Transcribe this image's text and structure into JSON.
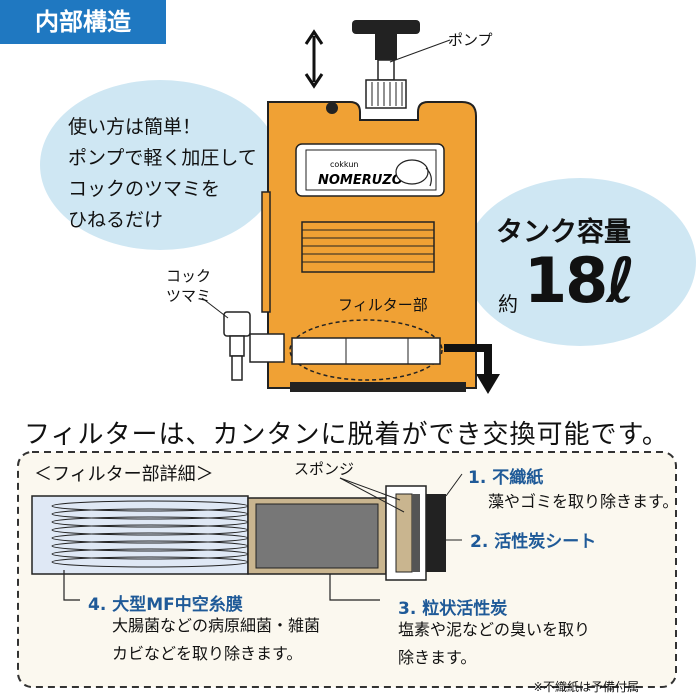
{
  "section_label": "内部構造",
  "usage_bubble": {
    "lines": [
      "使い方は簡単！",
      "ポンプで軽く加圧して",
      "コックのツマミを",
      "ひねるだけ"
    ]
  },
  "capacity": {
    "label": "タンク容量",
    "prefix": "約",
    "value": "18ℓ"
  },
  "tank": {
    "brand_small": "cokkun",
    "brand": "NOMERUZO",
    "filter_part_label": "フィルター部"
  },
  "callouts": {
    "pump": "ポンプ",
    "cock_lines": [
      "コック",
      "ツマミ"
    ]
  },
  "headline": "フィルターは、カンタンに脱着ができ交換可能です。",
  "detail": {
    "title": "＜フィルター部詳細＞",
    "sponge_label": "スポンジ",
    "parts": [
      {
        "title": "1. 不織紙",
        "desc": [
          "藻やゴミを取り除きます。"
        ]
      },
      {
        "title": "2. 活性炭シート",
        "desc": []
      },
      {
        "title": "3. 粒状活性炭",
        "desc": [
          "塩素や泥などの臭いを取り",
          "除きます。"
        ]
      },
      {
        "title": "4. 大型MF中空糸膜",
        "desc": [
          "大腸菌などの病原細菌・雑菌",
          "カビなどを取り除きます。"
        ]
      }
    ],
    "footnote": "※不織紙は予備付属"
  },
  "colors": {
    "label_blue": "#1f78c1",
    "bubble": "#cfe7f3",
    "tank_orange": "#f0a134",
    "part_blue": "#1f5a98",
    "panel_bg": "#fbf8ef"
  }
}
